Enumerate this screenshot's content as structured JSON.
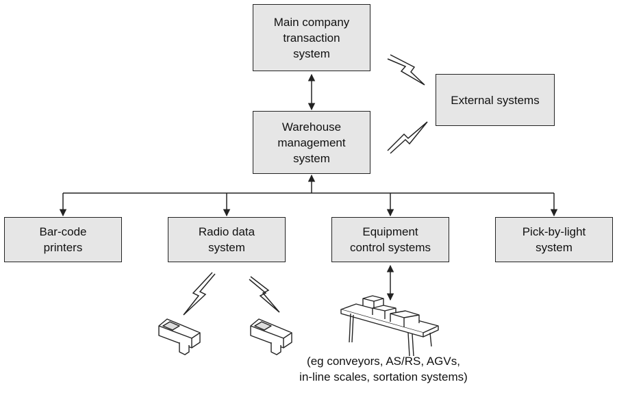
{
  "nodes": {
    "main_system": "Main company\ntransaction\nsystem",
    "external_systems": "External systems",
    "wms": "Warehouse\nmanagement\nsystem",
    "barcode_printers": "Bar-code\nprinters",
    "radio_data": "Radio data\nsystem",
    "equipment_control": "Equipment\ncontrol systems",
    "pick_by_light": "Pick-by-light\nsystem"
  },
  "equipment_caption": "(eg conveyors, AS/RS, AGVs,\nin-line scales, sortation systems)",
  "icons": [
    "wireless-link-icon",
    "handheld-terminal-icon",
    "conveyor-icon"
  ],
  "colors": {
    "box_fill": "#e6e6e6",
    "line": "#222222"
  }
}
